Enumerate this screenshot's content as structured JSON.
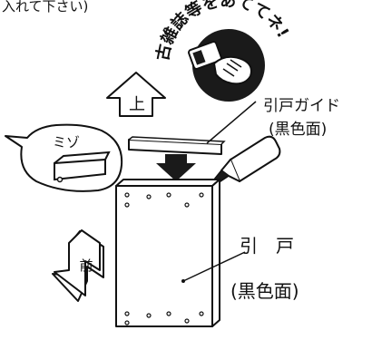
{
  "top_note": "入れて下さい)",
  "badge_text": "古雑誌等をあててネ!",
  "up_label": "上",
  "front_label": "前",
  "groove_label": "ミゾ",
  "guide_label": {
    "line1": "引戸ガイド",
    "line2": "(黒色面)"
  },
  "door_label": {
    "line1": "引　戸",
    "line2": "(黒色面)"
  },
  "colors": {
    "ink": "#111111",
    "background": "#ffffff",
    "badge_fill": "#1a1a1a",
    "arrow_fill": "#1a1a1a"
  }
}
